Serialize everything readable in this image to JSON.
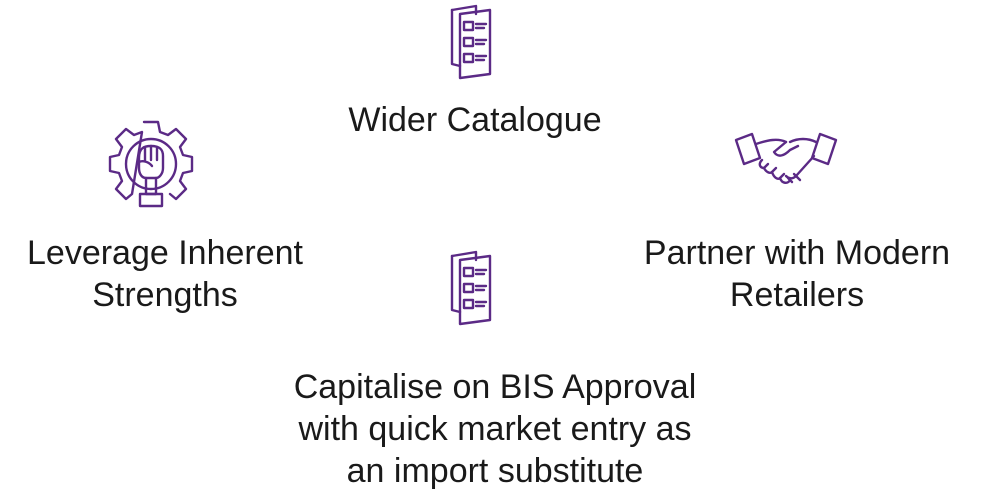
{
  "colors": {
    "icon_stroke": "#5b2a86",
    "text": "#1a1a1a",
    "background": "#ffffff"
  },
  "icons": {
    "top": "checklist-document-icon",
    "left": "gear-fist-icon",
    "right": "handshake-icon",
    "center": "checklist-document-icon"
  },
  "nodes": {
    "wider_catalogue": {
      "lines": [
        "Wider Catalogue"
      ]
    },
    "leverage": {
      "lines": [
        "Leverage Inherent",
        "Strengths"
      ]
    },
    "partner": {
      "lines": [
        "Partner with Modern",
        "Retailers"
      ]
    },
    "bis": {
      "lines": [
        "Capitalise on BIS Approval",
        "with quick market entry as",
        "an import substitute"
      ]
    }
  }
}
